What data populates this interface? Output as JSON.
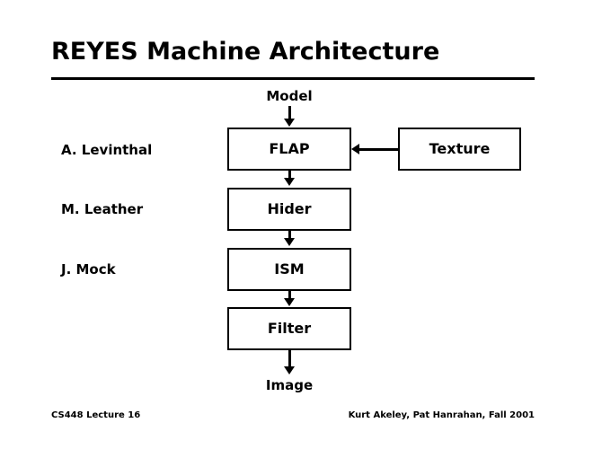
{
  "slide": {
    "title": "REYES Machine Architecture",
    "background_color": "#ffffff",
    "foreground_color": "#000000"
  },
  "authors": [
    {
      "label": "A. Levinthal"
    },
    {
      "label": "M. Leather"
    },
    {
      "label": "J. Mock"
    }
  ],
  "diagram": {
    "input_label": "Model",
    "output_label": "Image",
    "pipeline": [
      {
        "label": "FLAP"
      },
      {
        "label": "Hider"
      },
      {
        "label": "ISM"
      },
      {
        "label": "Filter"
      }
    ],
    "side_block": {
      "label": "Texture"
    }
  },
  "footer": {
    "left": "CS448 Lecture 16",
    "right": "Kurt Akeley, Pat Hanrahan, Fall 2001"
  }
}
